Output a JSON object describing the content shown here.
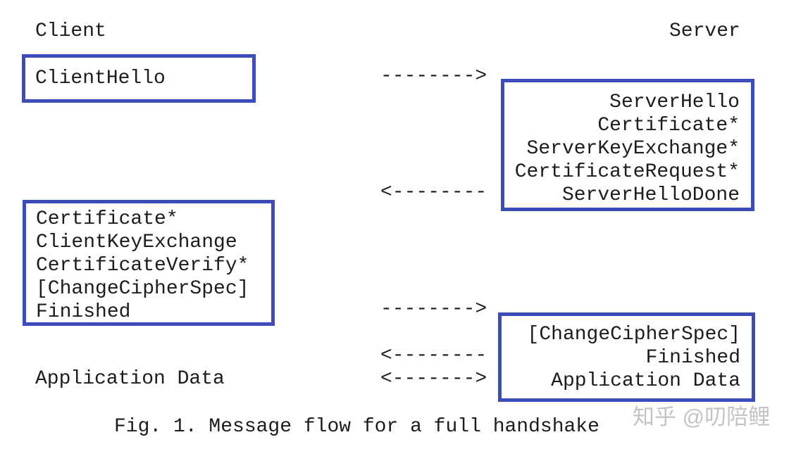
{
  "labels": {
    "client": "Client",
    "server": "Server",
    "application_data": "Application Data"
  },
  "boxes": {
    "client_hello": {
      "lines": [
        "ClientHello"
      ]
    },
    "server_hello": {
      "lines": [
        "ServerHello",
        "Certificate*",
        "ServerKeyExchange*",
        "CertificateRequest*",
        "ServerHelloDone"
      ]
    },
    "client_finish": {
      "lines": [
        "Certificate*",
        "ClientKeyExchange",
        "CertificateVerify*",
        "[ChangeCipherSpec]",
        "Finished"
      ]
    },
    "server_finish": {
      "lines": [
        "[ChangeCipherSpec]",
        "Finished",
        "Application Data"
      ]
    }
  },
  "arrows": {
    "client_to_server_1": "-------->",
    "server_to_client_1": "<--------",
    "client_to_server_2": "-------->",
    "server_to_client_2": "<--------",
    "bidirectional": "<------->"
  },
  "caption": "Fig. 1. Message flow for a full handshake",
  "watermark": "知乎 @叨陪鲤",
  "colors": {
    "box_border": "#3c4cba",
    "text": "#1c1c1c",
    "watermark": "#c4c4c4",
    "background": "#ffffff"
  }
}
